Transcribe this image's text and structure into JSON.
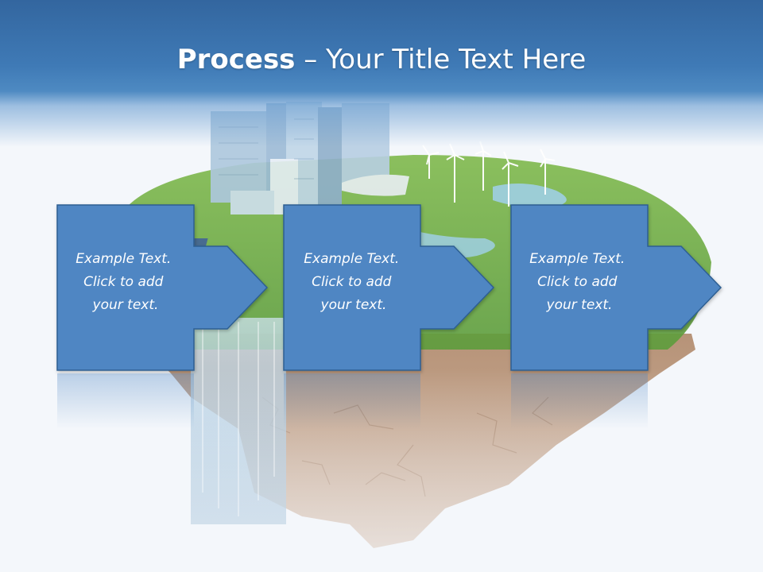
{
  "title": {
    "bold": "Process",
    "rest": " – Your Title Text Here"
  },
  "steps": [
    {
      "lines": [
        "Example Text.",
        "Click  to add",
        "your text."
      ]
    },
    {
      "lines": [
        "Example Text.",
        "Click  to add",
        "your text."
      ]
    },
    {
      "lines": [
        "Example Text.",
        "Click  to add",
        "your text."
      ]
    }
  ],
  "colors": {
    "header": "#3f7ab6",
    "step_fill": "#4f86c3",
    "step_stroke": "#2d5f92",
    "text": "#ffffff"
  },
  "background_image": "floating-island-city-icon"
}
